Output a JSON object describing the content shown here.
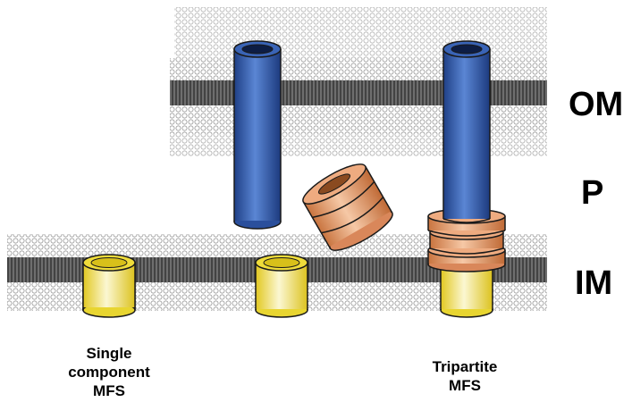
{
  "labels": {
    "outer_membrane": "OM",
    "periplasm": "P",
    "inner_membrane": "IM"
  },
  "captions": {
    "single": [
      "Single",
      "component",
      "MFS"
    ],
    "tripartite": [
      "Tripartite",
      "MFS"
    ]
  },
  "colors": {
    "outer_channel": "#3a64b6",
    "adaptor": "#e8a878",
    "transporter": "#f2e64a",
    "membrane": "#9a9a9a"
  }
}
